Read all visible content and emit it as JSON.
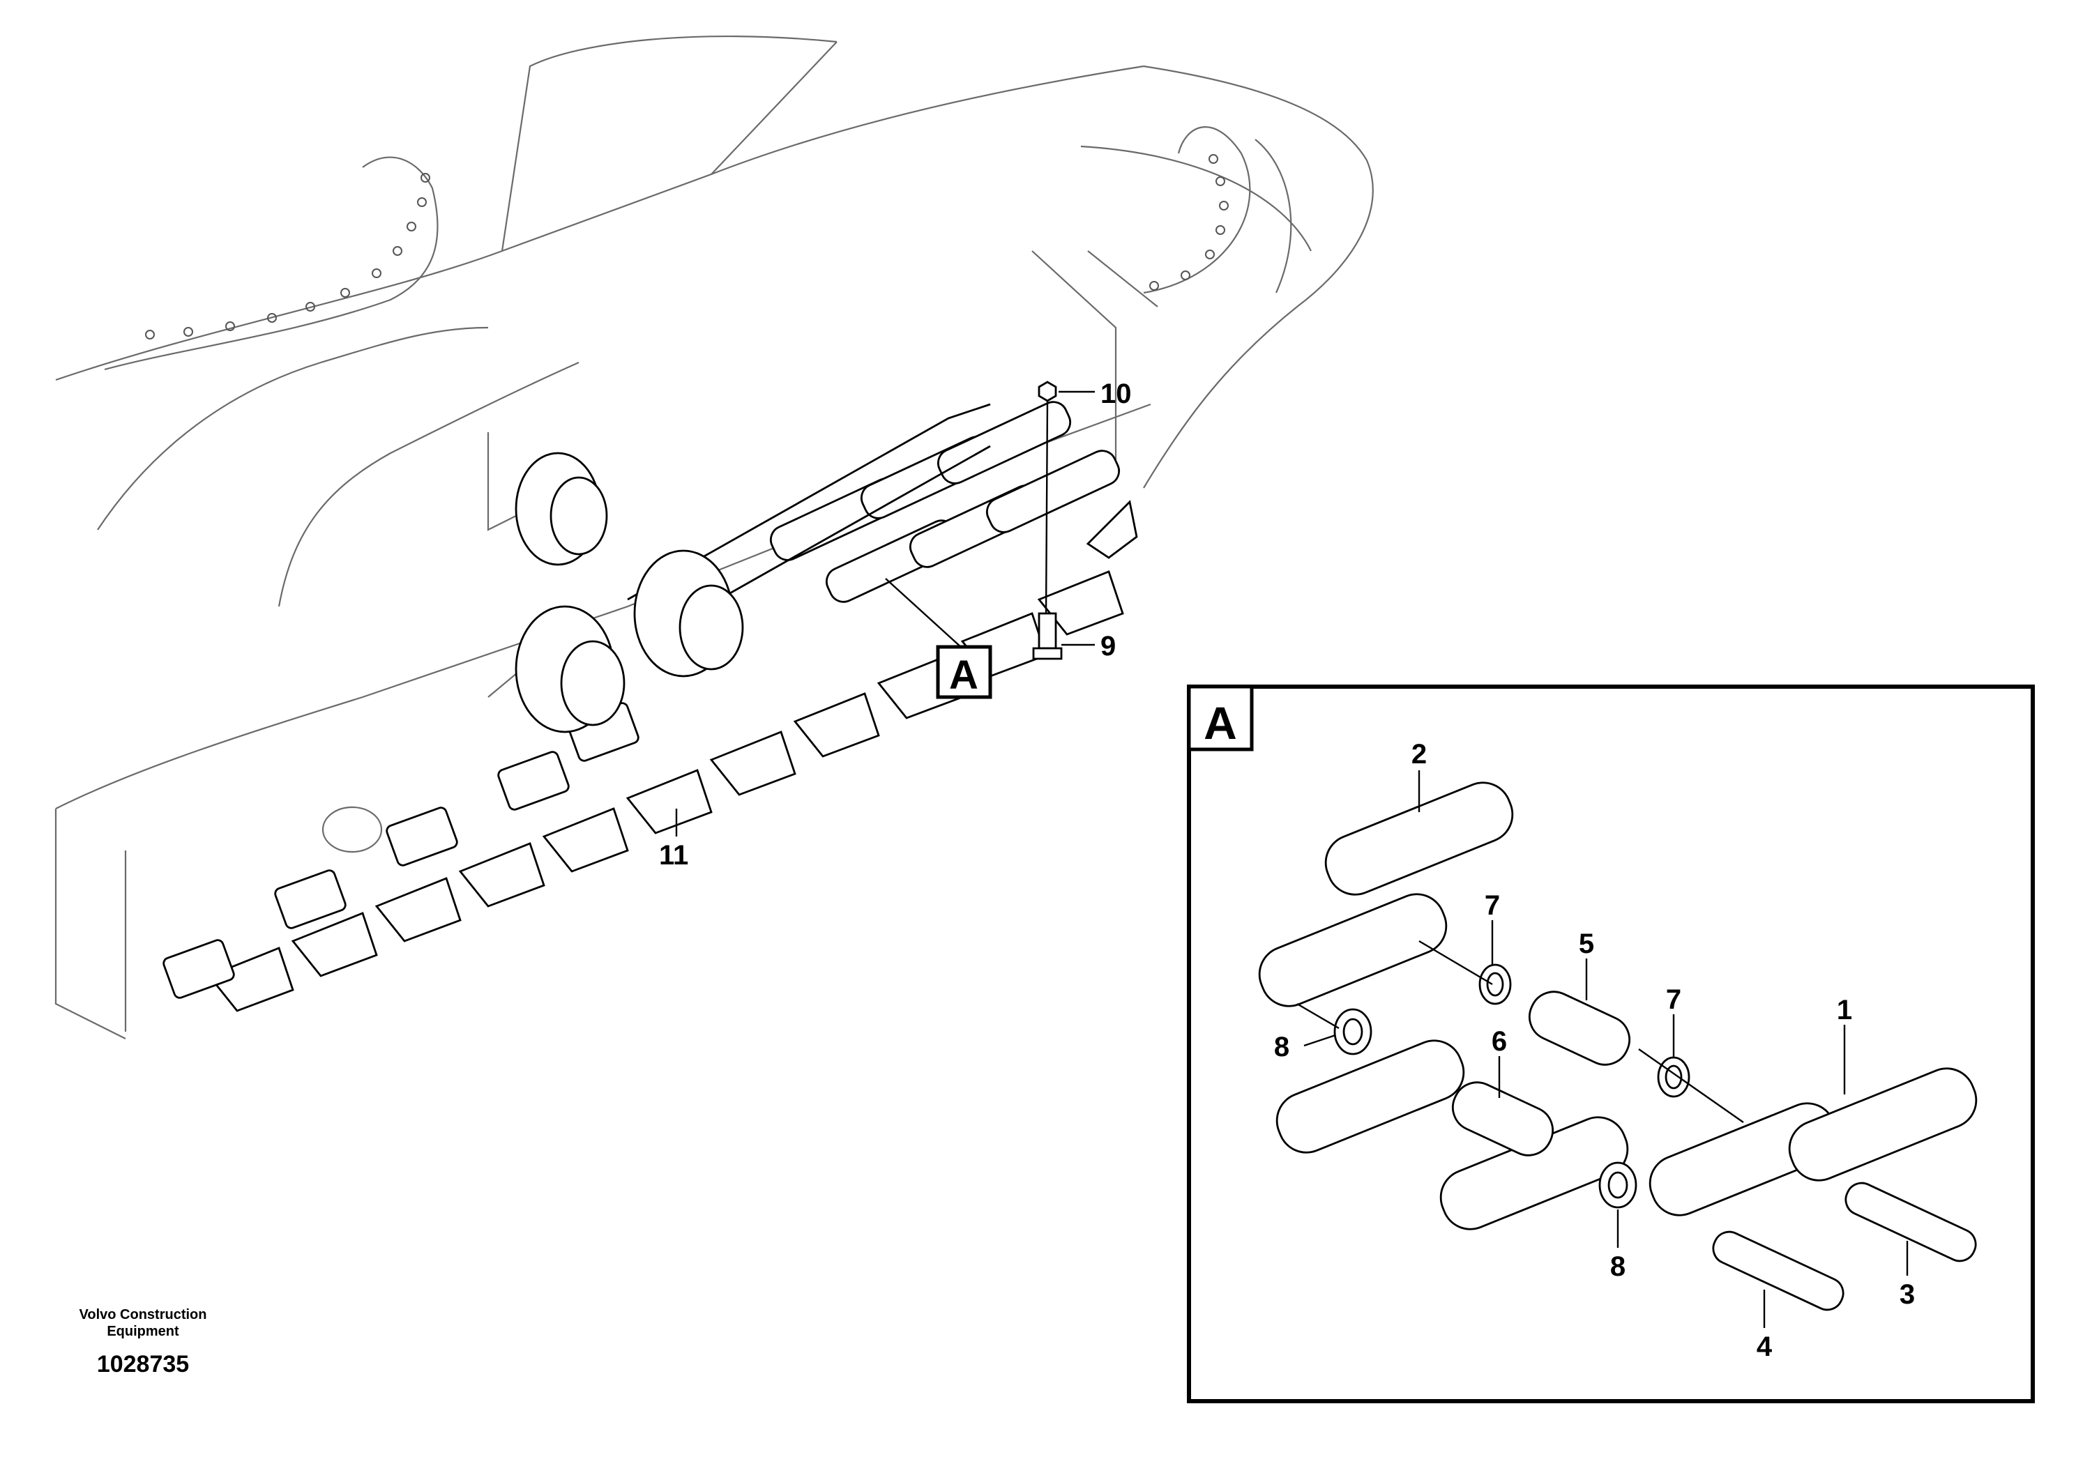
{
  "figure": {
    "brand_line1": "Volvo Construction",
    "brand_line2": "Equipment",
    "drawing_number": "1028735"
  },
  "callouts": {
    "main": [
      {
        "id": "9",
        "text": "9"
      },
      {
        "id": "10",
        "text": "10"
      },
      {
        "id": "11",
        "text": "11"
      }
    ],
    "detail": [
      {
        "id": "1",
        "text": "1"
      },
      {
        "id": "2",
        "text": "2"
      },
      {
        "id": "3",
        "text": "3"
      },
      {
        "id": "4",
        "text": "4"
      },
      {
        "id": "5",
        "text": "5"
      },
      {
        "id": "6",
        "text": "6"
      },
      {
        "id": "7a",
        "text": "7"
      },
      {
        "id": "7b",
        "text": "7"
      },
      {
        "id": "8a",
        "text": "8"
      },
      {
        "id": "8b",
        "text": "8"
      }
    ]
  },
  "detail_ref": {
    "marker_text": "A",
    "panel_title": "A"
  }
}
